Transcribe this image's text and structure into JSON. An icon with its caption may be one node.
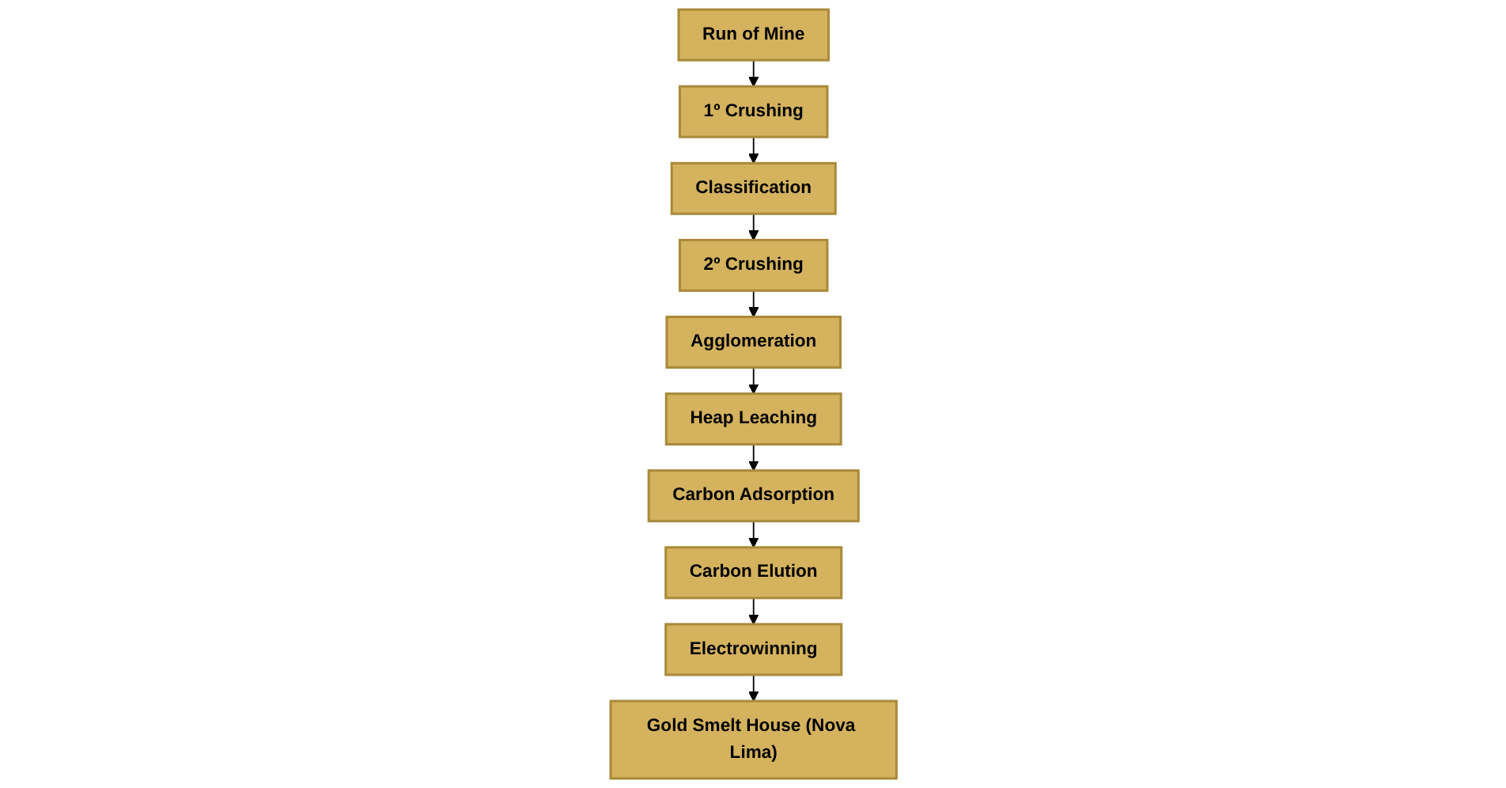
{
  "diagram": {
    "nodes": [
      {
        "text": [
          "Run of Mine"
        ]
      },
      {
        "text": [
          "1º Crushing"
        ]
      },
      {
        "text": [
          "Classification"
        ]
      },
      {
        "text": [
          "2º Crushing"
        ]
      },
      {
        "text": [
          "Agglomeration"
        ]
      },
      {
        "text": [
          "Heap Leaching"
        ]
      },
      {
        "text": [
          "Carbon Adsorption"
        ]
      },
      {
        "text": [
          "Carbon Elution"
        ]
      },
      {
        "text": [
          "Electrowinning"
        ]
      },
      {
        "text": [
          "Gold Smelt House (Nova Lima)"
        ]
      }
    ],
    "edges": [
      {
        "from": 0,
        "to": 1,
        "arrow": "to"
      },
      {
        "from": 1,
        "to": 2,
        "arrow": "to"
      },
      {
        "from": 2,
        "to": 3,
        "arrow": "to"
      },
      {
        "from": 3,
        "to": 4,
        "arrow": "to"
      },
      {
        "from": 4,
        "to": 5,
        "arrow": "to"
      },
      {
        "from": 5,
        "to": 6,
        "arrow": "to"
      },
      {
        "from": 6,
        "to": 7,
        "arrow": "to"
      },
      {
        "from": 7,
        "to": 8,
        "arrow": "to"
      },
      {
        "from": 8,
        "to": 9,
        "arrow": "to"
      }
    ]
  }
}
